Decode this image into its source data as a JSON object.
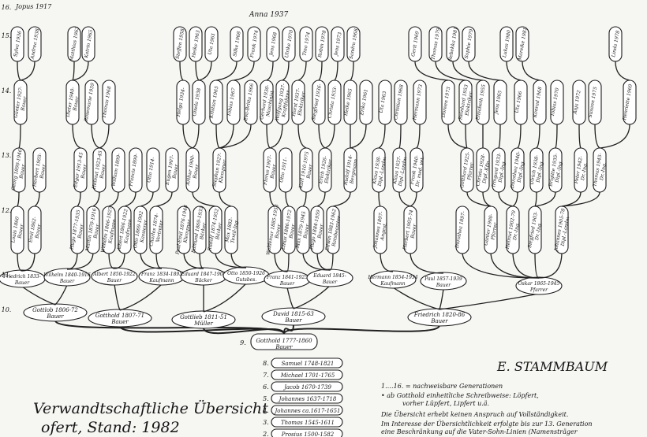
{
  "header_label": "Anna 1937",
  "top_left_label": "Jopus 1917",
  "stammbaum_label": "E. STAMMBAUM",
  "title_line1": "Verwandtschaftliche Übersicht",
  "title_line2": "ofert, Stand: 1982",
  "legend": {
    "line1": "1.…16. = nachweisbare Generationen",
    "line2": "• ab Gotthold einheitliche Schreibweise: Löpfert,",
    "line3": "vorher Lüpfert, Lipfert u.ä.",
    "line4": "Die Übersicht erhebt keinen Anspruch auf Vollständigkeit.",
    "line5": "Im Interesse der Übersichtlichkeit erfolgte bis zur 13. Generation",
    "line6": "eine Beschränkung auf die Vater-Sohn-Linien (Namensträger"
  },
  "generation_numbers": [
    "16.",
    "15.",
    "14.",
    "13.",
    "12.",
    "11.",
    "10."
  ],
  "trunk_ancestors": [
    {
      "num": "8.",
      "name": "Samuel 1748-1821"
    },
    {
      "num": "7.",
      "name": "Michael 1701-1765"
    },
    {
      "num": "6.",
      "name": "Jacob 1670-1739"
    },
    {
      "num": "5.",
      "name": "Johannes 1637-1718"
    },
    {
      "num": "4.",
      "name": "Johannes ca.1617-1651"
    },
    {
      "num": "3.",
      "name": "Thomas 1545-1611"
    },
    {
      "num": "2.",
      "name": "Prosius 1500-1582"
    }
  ],
  "root": {
    "num": "9.",
    "name": "Gotthold 1777-1860",
    "sub": "Bauer"
  },
  "gen10": [
    {
      "name": "Gottlob 1806-72",
      "sub": "Bauer"
    },
    {
      "name": "Gotthold 1807-71",
      "sub": "Bauer"
    },
    {
      "name": "Gottlieb 1811-51",
      "sub": "Müller"
    },
    {
      "name": "David 1815-63",
      "sub": "Bauer"
    },
    {
      "name": "Friedrich 1820-86",
      "sub": "Bauer"
    }
  ],
  "gen11": [
    {
      "name": "Friedrich 1833-",
      "sub": "Bauer"
    },
    {
      "name": "Wilhelm 1840-1916",
      "sub": "Bauer"
    },
    {
      "name": "Albert 1850-1922",
      "sub": "Bauer"
    },
    {
      "name": "Franz 1834-1895",
      "sub": "Kaufmann"
    },
    {
      "name": "Eduard 1847-1905",
      "sub": "Bäcker"
    },
    {
      "name": "Otto 1850-1926",
      "sub": "Gutsbes."
    },
    {
      "name": "Franz 1841-1925",
      "sub": "Bauer"
    },
    {
      "name": "Eduard 1845-",
      "sub": "Bauer"
    },
    {
      "name": "Hermann 1854-1934",
      "sub": "Kaufmann"
    },
    {
      "name": "Paul 1857-1939",
      "sub": "Bauer"
    },
    {
      "name": "Oskar 1865-1945",
      "sub": "Pfarrer"
    }
  ],
  "gen12": [
    {
      "name": "Louis 1860",
      "sub": "Bauer"
    },
    {
      "name": "Emil 1862-",
      "sub": "Bauer"
    },
    {
      "name": "Hugo 1877-1935",
      "sub": "Bauer"
    },
    {
      "name": "Martin 1870-1916",
      "sub": "Bauer"
    },
    {
      "name": "Wilhelm 1866-1927",
      "sub": "Kaufmann"
    },
    {
      "name": "Albert 1866-1922",
      "sub": "Kaufmann"
    },
    {
      "name": "Otto 1869-1902",
      "sub": "Kassierer"
    },
    {
      "name": "Charles 1874-",
      "sub": "Vertreter"
    },
    {
      "name": "Paul-Emil 1876-1948",
      "sub": "Klempner"
    },
    {
      "name": "Edmund 1869-1933",
      "sub": "Bäcker"
    },
    {
      "name": "Rudolf 1874-1952",
      "sub": "Bäcker"
    },
    {
      "name": "Max 1882-",
      "sub": "Textil-Ing."
    },
    {
      "name": "Waldemar 1885-1958",
      "sub": "Bauer"
    },
    {
      "name": "Linus 1886-1972",
      "sub": "Bauer"
    },
    {
      "name": "Max 1879-1945",
      "sub": "Bauer"
    },
    {
      "name": "Hugo 1884-1959",
      "sub": "Bauer"
    },
    {
      "name": "Edwin 1883-1962",
      "sub": "Ratsbeamter"
    },
    {
      "name": "Johannes 1897-",
      "sub": "Angest."
    },
    {
      "name": "Herbert 1905-74",
      "sub": "Bauer"
    },
    {
      "name": "Dorothea 1897-",
      "sub": ""
    },
    {
      "name": "Günter 1900-",
      "sub": "Pfarrer"
    },
    {
      "name": "Helmut 1902-79",
      "sub": "Dr.-Ing."
    },
    {
      "name": "Siegfried 1903-",
      "sub": "Dr.-Ing."
    },
    {
      "name": "Johannes 1905-78",
      "sub": "Dipl.-Landw."
    }
  ],
  "gen13": [
    {
      "name": "Georg 1890-1946",
      "sub": "Bauer"
    },
    {
      "name": "Herbert 1905-",
      "sub": "Bauer"
    },
    {
      "name": "Edgar 1913-45",
      "sub": "Bauer"
    },
    {
      "name": "Helmut 1923-45",
      "sub": "Bauer"
    },
    {
      "name": "William 1899-",
      "sub": ""
    },
    {
      "name": "Francis 1899-",
      "sub": ""
    },
    {
      "name": "Otto 1914-",
      "sub": ""
    },
    {
      "name": "Eugen 1907-",
      "sub": "Bauer"
    },
    {
      "name": "Arthur 1900-",
      "sub": "Bauer"
    },
    {
      "name": "Stephan 1927-",
      "sub": "Klempner"
    },
    {
      "name": "Florus 1907-",
      "sub": "Bauer"
    },
    {
      "name": "Otto 1911-",
      "sub": ""
    },
    {
      "name": "Karl 1910-1975",
      "sub": "Bauer"
    },
    {
      "name": "Erich 1926-",
      "sub": "Elektriker"
    },
    {
      "name": "Rudolf 1914-",
      "sub": "Bergmann"
    },
    {
      "name": "Klaus 1938-",
      "sub": "Dipl.-Landw."
    },
    {
      "name": "Klaus 1937-",
      "sub": "Dipl.-Landw."
    },
    {
      "name": "Frank 1940-",
      "sub": "Dr. med. vet."
    },
    {
      "name": "Gotthard 1925-",
      "sub": "Pfarrer"
    },
    {
      "name": "Christa 1928-",
      "sub": "Dipl.-Kfm."
    },
    {
      "name": "Irmgard 1933-",
      "sub": "Dipl.-Ing."
    },
    {
      "name": "Dorothea 1940-",
      "sub": "Dipl.-Ing."
    },
    {
      "name": "Ulrich 1938-",
      "sub": "Dipl.-Ing."
    },
    {
      "name": "Brigitte 1935-",
      "sub": "Dipl.-Ing."
    },
    {
      "name": "Peter 1942-",
      "sub": "Dr.-Ing."
    },
    {
      "name": "Thomas 1945-",
      "sub": "Dr.-Ing."
    }
  ],
  "gen14": [
    {
      "name": "Günter 1927-",
      "sub": "Bauer"
    },
    {
      "name": "Dieter 1940-",
      "sub": "Bauer"
    },
    {
      "name": "Rosemarie 1959",
      "sub": ""
    },
    {
      "name": "Thomas 1968",
      "sub": ""
    },
    {
      "name": "Helga 1934-",
      "sub": ""
    },
    {
      "name": "Gisela 1938",
      "sub": ""
    },
    {
      "name": "Kristian 1965",
      "sub": ""
    },
    {
      "name": "Tobias 1967",
      "sub": ""
    },
    {
      "name": "Eva-Britta 1966",
      "sub": ""
    },
    {
      "name": "Gerhard 1930-",
      "sub": "Maschinist"
    },
    {
      "name": "Wolfgang 1937-",
      "sub": "Kraftfahrer"
    },
    {
      "name": "Horst 1937-",
      "sub": "Elektriker"
    },
    {
      "name": "Siegfried 1936-",
      "sub": ""
    },
    {
      "name": "Christa 1933-",
      "sub": ""
    },
    {
      "name": "Heike 1965",
      "sub": ""
    },
    {
      "name": "Erika 1961",
      "sub": ""
    },
    {
      "name": "Uta 1963",
      "sub": ""
    },
    {
      "name": "Christian 1968",
      "sub": ""
    },
    {
      "name": "Hermann 1973",
      "sub": ""
    },
    {
      "name": "Doreen 1973",
      "sub": ""
    },
    {
      "name": "Reinhard 1953",
      "sub": "Elektriker"
    },
    {
      "name": "Elisabeth 1955",
      "sub": ""
    },
    {
      "name": "Jens 1965",
      "sub": ""
    },
    {
      "name": "Uta 1966",
      "sub": ""
    },
    {
      "name": "Konrad 1968",
      "sub": ""
    },
    {
      "name": "Tobias 1970",
      "sub": ""
    },
    {
      "name": "Anja 1972",
      "sub": ""
    },
    {
      "name": "Susann 1975",
      "sub": ""
    },
    {
      "name": "Henriette 1969",
      "sub": ""
    }
  ],
  "gen15": [
    {
      "name": "Sylva 1936"
    },
    {
      "name": "Andrea 1938"
    },
    {
      "name": "Matthias 1963"
    },
    {
      "name": "Katrin 1965"
    },
    {
      "name": "Steffen 1958"
    },
    {
      "name": "Heike 1963"
    },
    {
      "name": "Uta 1961"
    },
    {
      "name": "Silke 1968"
    },
    {
      "name": "Frank 1974"
    },
    {
      "name": "Jens 1968"
    },
    {
      "name": "Ulrike 1970"
    },
    {
      "name": "Tino 1974"
    },
    {
      "name": "Robin 1978"
    },
    {
      "name": "Jens 1973"
    },
    {
      "name": "Sandra 1968"
    },
    {
      "name": "Gerit 1969"
    },
    {
      "name": "Thomas 1979"
    },
    {
      "name": "Rebekka 1981"
    },
    {
      "name": "Sophie 1979"
    },
    {
      "name": "Lukas 1980"
    },
    {
      "name": "Mareike 1981"
    },
    {
      "name": "Linda 1978"
    }
  ]
}
